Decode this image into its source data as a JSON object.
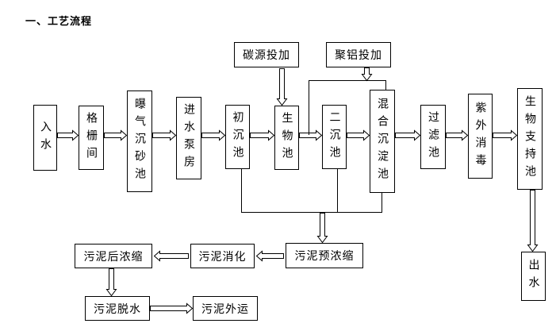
{
  "section_title": "一、工艺流程",
  "water_line": {
    "inlet": "入水",
    "screen": "格栅间",
    "aerated_grit": "曝气沉砂池",
    "pump_house": "进水泵房",
    "primary_clarifier": "初沉池",
    "bio_tank": "生物池",
    "secondary_clarifier": "二沉池",
    "mixing_sedimentation": "混合沉淀池",
    "filter": "过滤池",
    "uv_disinfection": "紫外消毒",
    "bio_support": "生物支持池",
    "outlet": "出水"
  },
  "dosing": {
    "carbon": "碳源投加",
    "pac": "聚铝投加"
  },
  "sludge_line": {
    "pre_thickening": "污泥预浓缩",
    "digestion": "污泥消化",
    "post_thickening": "污泥后浓缩",
    "dewatering": "污泥脱水",
    "disposal": "污泥外运"
  }
}
